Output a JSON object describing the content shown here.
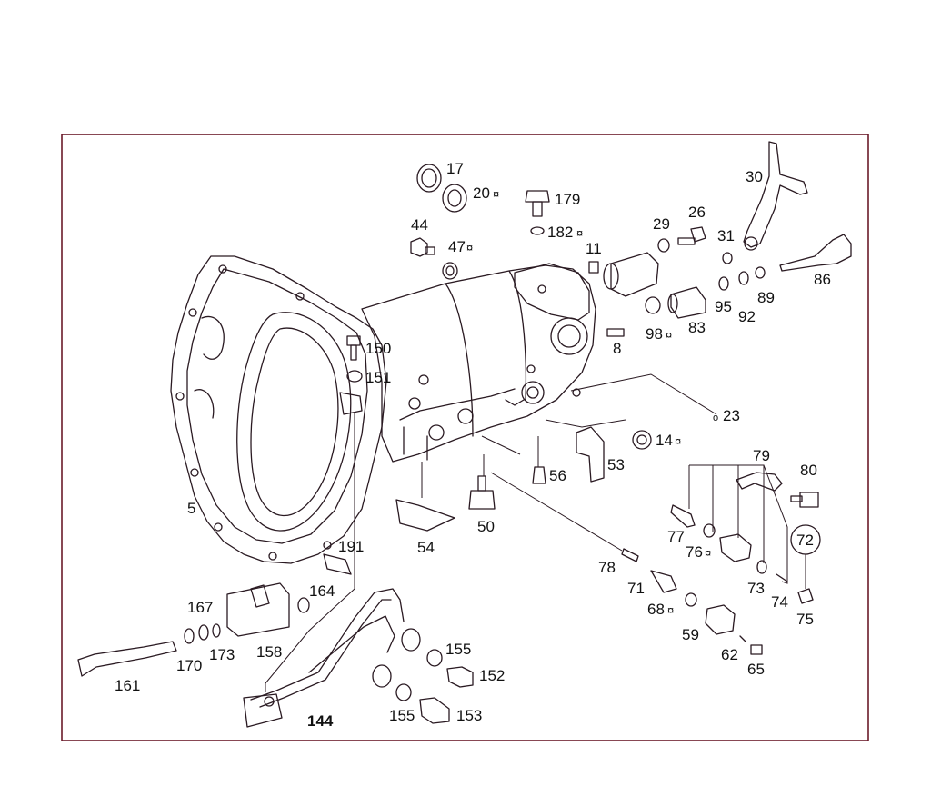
{
  "diagram": {
    "callouts": {
      "c5": "5",
      "c8": "8",
      "c11": "11",
      "c14": "14",
      "c17": "17",
      "c20": "20",
      "c23": "23",
      "c26": "26",
      "c29": "29",
      "c30": "30",
      "c31": "31",
      "c44": "44",
      "c47": "47",
      "c50": "50",
      "c53": "53",
      "c54": "54",
      "c56": "56",
      "c59": "59",
      "c62": "62",
      "c65": "65",
      "c68": "68",
      "c71": "71",
      "c72": "72",
      "c73": "73",
      "c74": "74",
      "c75": "75",
      "c76": "76",
      "c77": "77",
      "c78": "78",
      "c79": "79",
      "c80": "80",
      "c83": "83",
      "c86": "86",
      "c89": "89",
      "c92": "92",
      "c95": "95",
      "c98": "98",
      "c144": "144",
      "c150": "150",
      "c151": "151",
      "c152": "152",
      "c153": "153",
      "c155a": "155",
      "c155b": "155",
      "c158": "158",
      "c161": "161",
      "c164": "164",
      "c167": "167",
      "c170": "170",
      "c173": "173",
      "c179": "179",
      "c182": "182",
      "c191": "191"
    },
    "markers": {
      "c20": "¤",
      "c47": "¤",
      "c182": "¤",
      "c98": "¤",
      "c14": "¤",
      "c76": "¤",
      "c68": "¤",
      "c23_prefix": "o"
    }
  }
}
